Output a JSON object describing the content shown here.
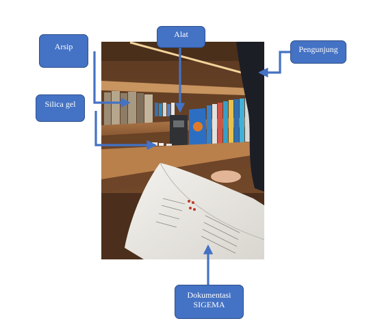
{
  "colors": {
    "callout_fill": "#4472c4",
    "callout_border": "#2f4f8a",
    "callout_text": "#ffffff",
    "arrow": "#4472c4",
    "background": "#ffffff"
  },
  "photo": {
    "subject": "library bookshelf with an open printed document in the foreground"
  },
  "callouts": {
    "arsip": "Arsip",
    "alat": "Alat",
    "pengunjung": "Pengunjung",
    "silica_gel": "Silica gel",
    "dokumentasi": "Dokumentasi\nSIGEMA"
  }
}
